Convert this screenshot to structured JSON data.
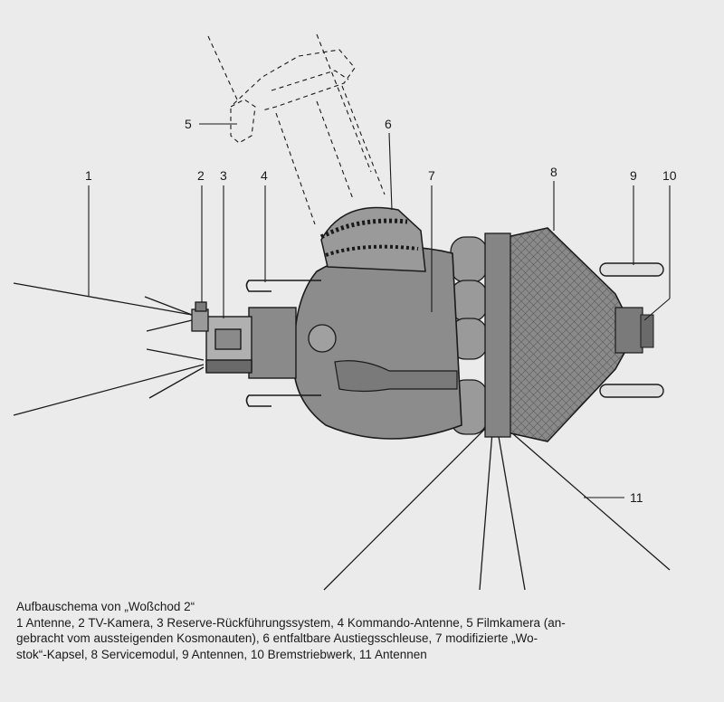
{
  "labels": {
    "l1": "1",
    "l2": "2",
    "l3": "3",
    "l4": "4",
    "l5": "5",
    "l6": "6",
    "l7": "7",
    "l8": "8",
    "l9": "9",
    "l10": "10",
    "l11": "11"
  },
  "caption": {
    "title": "Aufbauschema von „Woßchod 2“",
    "line1": "1 Antenne, 2 TV-Kamera, 3 Reserve-Rückführungssystem, 4 Kommando-Antenne, 5 Filmkamera (an-",
    "line2": "gebracht vom aussteigenden Kosmonauten), 6 entfaltbare Austiegsschleuse, 7 modifizierte „Wo-",
    "line3": "stok“-Kapsel, 8 Servicemodul, 9 Antennen, 10 Bremstriebwerk, 11 Antennen"
  },
  "colors": {
    "background": "#ebebeb",
    "ink": "#1a1a1a",
    "body_fill": "#8c8c8c"
  }
}
